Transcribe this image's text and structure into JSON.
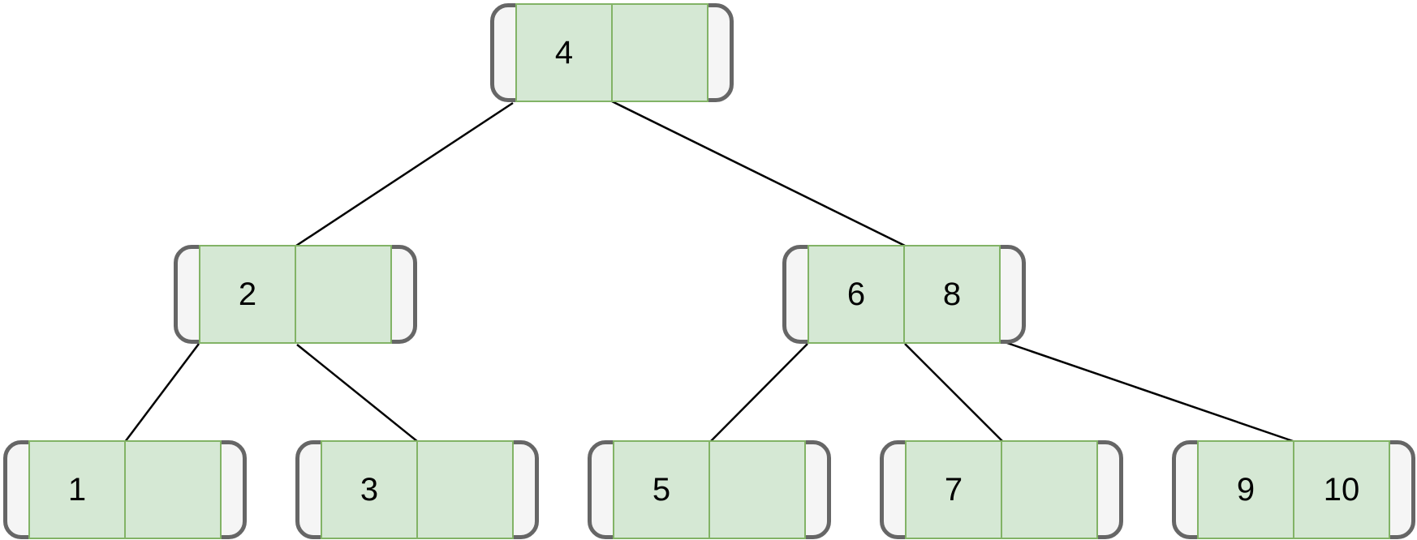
{
  "tree": {
    "root": {
      "keys": [
        "4",
        ""
      ]
    },
    "level1": {
      "left": {
        "keys": [
          "2",
          ""
        ]
      },
      "right": {
        "keys": [
          "6",
          "8"
        ]
      }
    },
    "leaves": [
      {
        "keys": [
          "1",
          ""
        ]
      },
      {
        "keys": [
          "3",
          ""
        ]
      },
      {
        "keys": [
          "5",
          ""
        ]
      },
      {
        "keys": [
          "7",
          ""
        ]
      },
      {
        "keys": [
          "9",
          "10"
        ]
      }
    ]
  },
  "colors": {
    "node_border": "#666666",
    "node_fill": "#f5f5f5",
    "key_fill": "#d5e8d4",
    "key_border": "#82b366",
    "edge": "#000000"
  }
}
